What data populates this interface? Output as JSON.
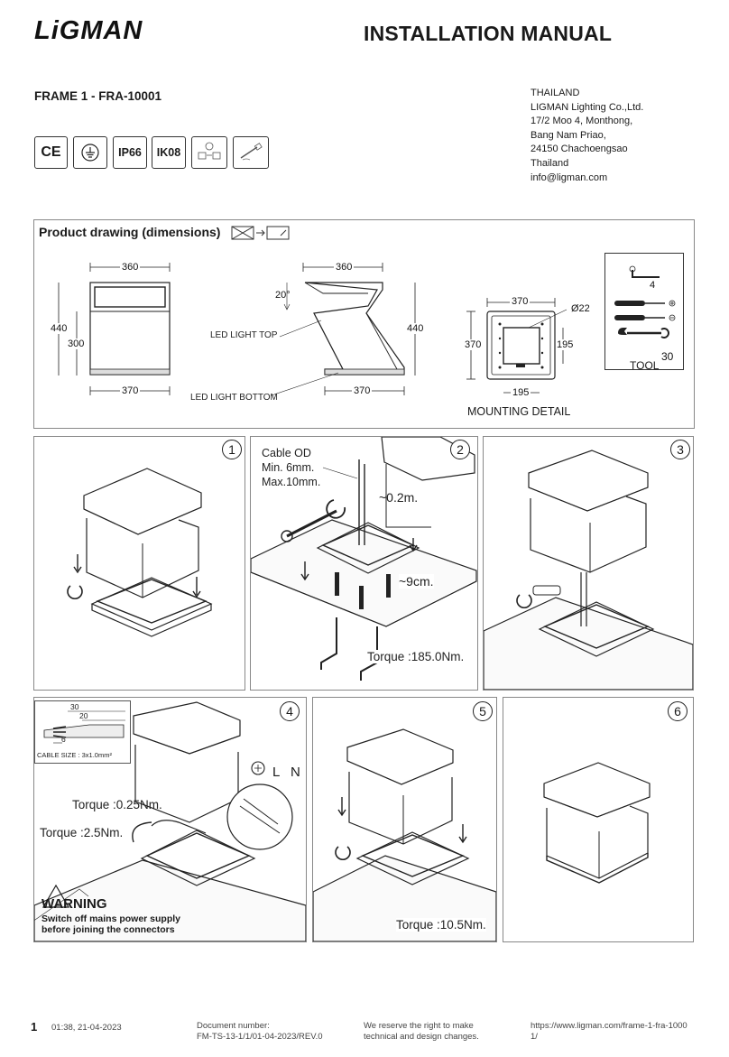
{
  "header": {
    "logo": "LiGMAN",
    "title": "INSTALLATION MANUAL",
    "product": "FRAME 1 - FRA-10001"
  },
  "address": [
    "THAILAND",
    "LIGMAN Lighting Co.,Ltd.",
    "17/2 Moo 4, Monthong,",
    "Bang Nam Priao,",
    "24150 Chachoengsao",
    "Thailand",
    "info@ligman.com"
  ],
  "certifications": {
    "ce": "CE",
    "ip": "IP66",
    "ik": "IK08",
    "icons": [
      "ce-mark-icon",
      "earth-class-icon",
      "ip66-badge",
      "ik08-badge",
      "fixture-mount-icon",
      "screwdriver-note-icon"
    ]
  },
  "product_drawing": {
    "title": "Product drawing (dimensions)",
    "dims": {
      "top_w": "360",
      "bottom_w": "370",
      "height": "440",
      "body_h": "300",
      "side_top": "360",
      "side_bottom": "370",
      "side_h": "440",
      "angle": "20°"
    },
    "labels": {
      "led_top": "LED LIGHT TOP",
      "led_bottom": "LED LIGHT BOTTOM"
    },
    "mounting": {
      "title": "MOUNTING DETAIL",
      "w": "370",
      "h": "370",
      "hole": "Ø22",
      "inner_w": "195",
      "inner_h": "195"
    },
    "tool": {
      "title": "TOOL",
      "hex": "4",
      "wrench": "30"
    }
  },
  "steps": [
    {
      "num": "1"
    },
    {
      "num": "2",
      "cable_od": "Cable OD",
      "min": "Min. 6mm.",
      "max": "Max.10mm.",
      "gap": "~0.2m.",
      "depth": "~9cm.",
      "torque": "Torque :185.0Nm."
    },
    {
      "num": "3"
    },
    {
      "num": "4",
      "strip_30": "30",
      "strip_20": "20",
      "strip_6": "6",
      "cable_size": "CABLE SIZE : 3x1.0mm²",
      "torque1": "Torque :0.25Nm.",
      "torque2": "Torque :2.5Nm.",
      "L": "L",
      "N": "N",
      "warning": "WARNING",
      "warn1": "Switch off mains power supply",
      "warn2": "before joining the connectors"
    },
    {
      "num": "5",
      "torque": "Torque :10.5Nm."
    },
    {
      "num": "6"
    }
  ],
  "footer": {
    "page": "1",
    "date": "01:38, 21-04-2023",
    "doc_label": "Document number:",
    "doc_number": "FM-TS-13-1/1/01-04-2023/REV.0",
    "rights1": "We reserve the right to make",
    "rights2": "technical and design changes.",
    "url1": "https://www.ligman.com/frame-1-fra-1000",
    "url2": "1/"
  }
}
